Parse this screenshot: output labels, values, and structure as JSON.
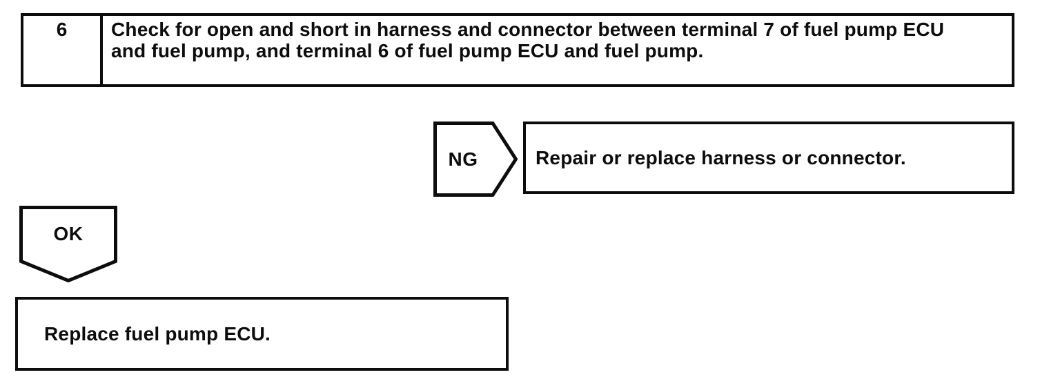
{
  "page": {
    "background_color": "#ffffff",
    "ink_color": "#0d0d0d"
  },
  "flowchart": {
    "step": {
      "number": "6",
      "instruction": "Check for open and short in harness and connector between terminal 7 of fuel pump ECU and fuel pump, and terminal 6 of fuel pump ECU and fuel pump."
    },
    "ng_branch": {
      "label": "NG",
      "action": "Repair or replace harness or connector."
    },
    "ok_branch": {
      "label": "OK",
      "action": "Replace fuel pump ECU."
    }
  }
}
